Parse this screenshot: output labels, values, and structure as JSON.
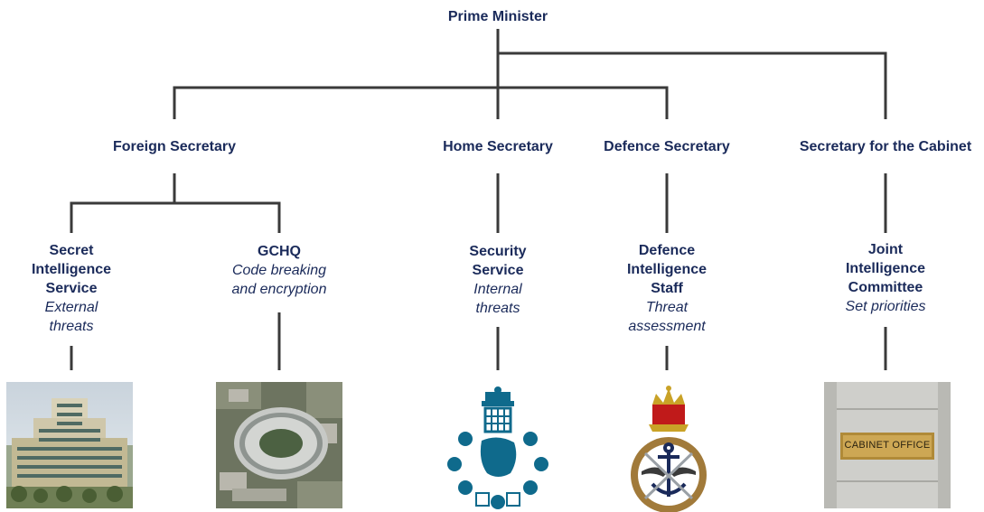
{
  "top": {
    "label": "Prime Minister"
  },
  "secretaries": {
    "foreign": "Foreign Secretary",
    "home": "Home Secretary",
    "defence": "Defence Secretary",
    "cabinet": "Secretary for the Cabinet"
  },
  "agencies": {
    "sis": {
      "line1": "Secret",
      "line2": "Intelligence",
      "line3": "Service",
      "role1": "External",
      "role2": "threats"
    },
    "gchq": {
      "line1": "GCHQ",
      "role1": "Code breaking",
      "role2": "and encryption"
    },
    "mi5": {
      "line1": "Security",
      "line2": "Service",
      "role1": "Internal",
      "role2": "threats"
    },
    "dis": {
      "line1": "Defence",
      "line2": "Intelligence",
      "line3": "Staff",
      "role1": "Threat",
      "role2": "assessment"
    },
    "jic": {
      "line1": "Joint",
      "line2": "Intelligence",
      "line3": "Committee",
      "role1": "Set priorities"
    }
  },
  "images": {
    "cabinet_sign": "CABINET OFFICE"
  },
  "colors": {
    "text": "#1a2a5a",
    "line": "#333333"
  }
}
